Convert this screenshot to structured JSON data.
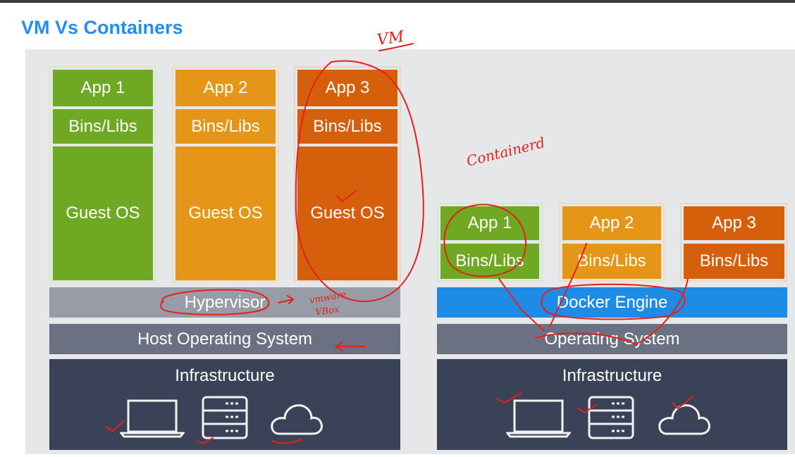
{
  "title": "VM Vs Containers",
  "vm_stack": {
    "apps": [
      {
        "app": "App 1",
        "libs": "Bins/Libs",
        "os": "Guest OS",
        "color": "#6fa822"
      },
      {
        "app": "App 2",
        "libs": "Bins/Libs",
        "os": "Guest OS",
        "color": "#e59618"
      },
      {
        "app": "App 3",
        "libs": "Bins/Libs",
        "os": "Guest OS",
        "color": "#d65f0c"
      }
    ],
    "hypervisor": "Hypervisor",
    "host_os": "Host Operating System",
    "infrastructure": "Infrastructure",
    "icons": [
      "laptop-icon",
      "server-icon",
      "cloud-icon"
    ]
  },
  "container_stack": {
    "apps": [
      {
        "app": "App 1",
        "libs": "Bins/Libs",
        "color": "#6fa822"
      },
      {
        "app": "App 2",
        "libs": "Bins/Libs",
        "color": "#e59618"
      },
      {
        "app": "App 3",
        "libs": "Bins/Libs",
        "color": "#d65f0c"
      }
    ],
    "engine": "Docker Engine",
    "os": "Operating System",
    "infrastructure": "Infrastructure",
    "icons": [
      "laptop-icon",
      "server-icon",
      "cloud-icon"
    ]
  },
  "annotations": {
    "vm": "VM",
    "containers": "Containerd",
    "vmware": "vmware",
    "vbox": "VBox"
  },
  "colors": {
    "title": "#1f8ff0",
    "green": "#6fa822",
    "orange": "#e59618",
    "dark_orange": "#d65f0c",
    "hypervisor": "#989ca6",
    "host_os": "#6b7182",
    "infrastructure": "#3a4258",
    "docker": "#1e8ce6",
    "ink": "#e3211c"
  }
}
